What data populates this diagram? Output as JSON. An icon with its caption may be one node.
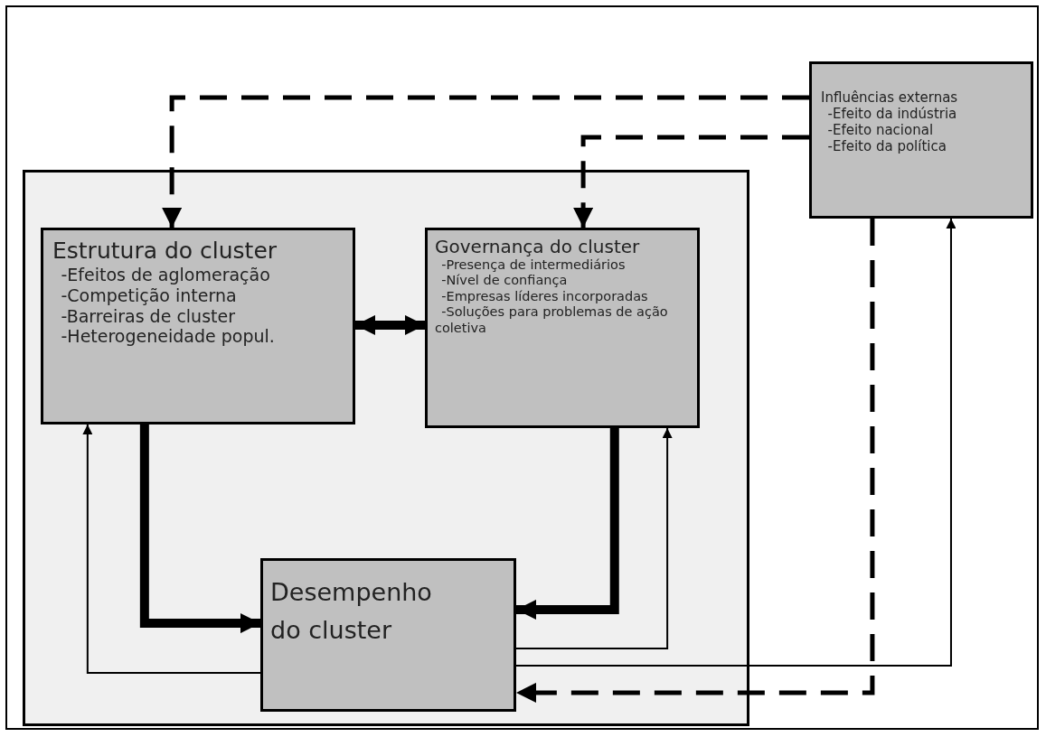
{
  "diagram": {
    "nodes": [
      {
        "text": [],
        "shape": "box"
      },
      {
        "text": [
          "Estrutura do cluster",
          "-Efeitos de aglomeração",
          "-Competição interna",
          "-Barreiras de cluster",
          "-Heterogeneidade popul."
        ],
        "in": 0
      },
      {
        "text": [
          "Governança do cluster",
          "-Presença de intermediários",
          "-Nível de confiança",
          "-Empresas líderes incorporadas",
          "-Soluções para problemas de ação coletiva"
        ],
        "in": 0
      },
      {
        "text": [
          "Desempenho do cluster"
        ],
        "in": 0
      },
      {
        "text": [
          "Influências externas",
          "-Efeito da indústria",
          "-Efeito nacional",
          "-Efeito da política"
        ]
      }
    ],
    "edges": [
      {
        "from": 4,
        "to": 1,
        "arrow": "to",
        "style": "dashed"
      },
      {
        "from": 4,
        "to": 2,
        "arrow": "to",
        "style": "dashed"
      },
      {
        "from": 1,
        "to": 2,
        "arrow": "both",
        "style": "thick"
      },
      {
        "from": 1,
        "to": 3,
        "arrow": "to",
        "style": "thick"
      },
      {
        "from": 2,
        "to": 3,
        "arrow": "to",
        "style": "thick"
      },
      {
        "from": 3,
        "to": 1,
        "arrow": "to"
      },
      {
        "from": 3,
        "to": 2,
        "arrow": "to"
      },
      {
        "from": 3,
        "to": 4,
        "arrow": "to"
      },
      {
        "from": 4,
        "to": 3,
        "arrow": "to",
        "style": "dashed"
      }
    ]
  }
}
